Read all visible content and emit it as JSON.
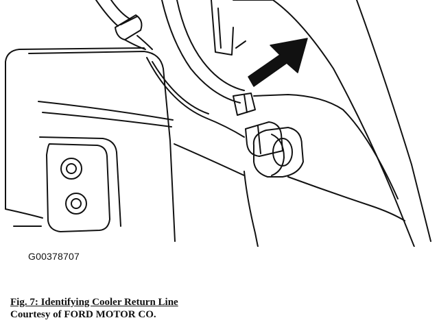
{
  "figure": {
    "code": "G00378707",
    "caption_title": "Fig. 7: Identifying Cooler Return Line",
    "caption_credit": "Courtesy of FORD MOTOR CO."
  },
  "colors": {
    "line": "#111111",
    "background": "#ffffff"
  },
  "icons": {
    "callout": "arrow-icon"
  }
}
